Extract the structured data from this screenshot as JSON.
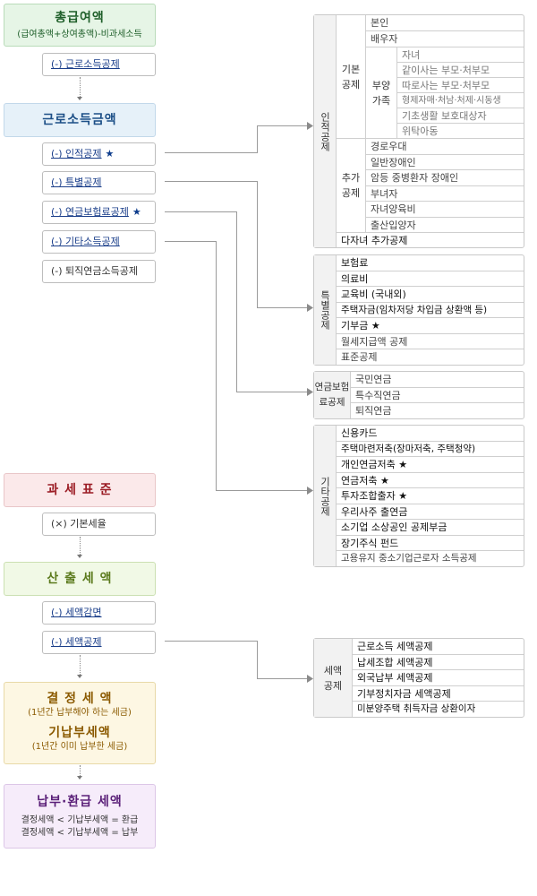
{
  "left": {
    "gross_pay": {
      "title": "총급여액",
      "subtitle": "(급여총액+상여총액)-비과세소득"
    },
    "earned_income_deduction": "(-) 근로소득공제",
    "earned_income_amount": {
      "title": "근로소득금액"
    },
    "personal_deduction": "(-) 인적공제",
    "special_deduction": "(-) 특별공제",
    "pension_insurance_deduction": "(-) 연금보험료공제",
    "other_income_deduction": "(-) 기타소득공제",
    "retirement_pension_deduction": "(-) 퇴직연금소득공제",
    "tax_base": {
      "title": "과 세 표 준"
    },
    "basic_tax_rate": "(×) 기본세율",
    "calculated_tax": {
      "title": "산 출 세 액"
    },
    "tax_reduction": "(-) 세액감면",
    "tax_credit": "(-) 세액공제",
    "determined_tax": {
      "title": "결 정 세 액",
      "subtitle": "(1년간 납부해야 하는 세금)"
    },
    "prepaid_tax": {
      "title": "기납부세액",
      "subtitle": "(1년간 이미 납부한 세금)"
    },
    "payment_refund": {
      "title": "납부·환급 세액",
      "line1": "결정세액 < 기납부세액 = 환급",
      "line2": "결정세액 < 기납부세액 = 납부"
    },
    "star": "★"
  },
  "right": {
    "personal": {
      "label": "인적공제",
      "basic": {
        "label": "기본공제",
        "self": "본인",
        "spouse": "배우자",
        "dependents": {
          "label": "부양가족",
          "items": [
            "자녀",
            "같이사는 부모·처부모",
            "따로사는 부모·처부모",
            "형제자매·처남·처제·시동생",
            "기초생활 보호대상자",
            "위탁아동"
          ]
        }
      },
      "additional": {
        "label": "추가공제",
        "items": [
          "경로우대",
          "일반장애인",
          "암등 중병환자 장애인",
          "부녀자",
          "자녀양육비",
          "출산입양자"
        ]
      },
      "multi_child": "다자녀 추가공제"
    },
    "special": {
      "label": "특별공제",
      "items": [
        "보험료",
        "의료비",
        "교육비 (국내외)",
        "주택자금(임차저당 차입금 상환액 등)",
        "기부금 ★",
        "월세지급액 공제",
        "표준공제"
      ]
    },
    "pension": {
      "label": "연금보험료공제",
      "items": [
        "국민연금",
        "특수직연금",
        "퇴직연금"
      ]
    },
    "other": {
      "label": "기타공제",
      "items": [
        "신용카드",
        "주택마련저축(장마저축, 주택청약)",
        "개인연금저축 ★",
        "연금저축 ★",
        "투자조합출자 ★",
        "우리사주 출연금",
        "소기업 소상공인 공제부금",
        "장기주식 펀드",
        "고용유지 중소기업근로자 소득공제"
      ]
    },
    "tax_credit": {
      "label": "세액공제",
      "items": [
        "근로소득 세액공제",
        "납세조합 세액공제",
        "외국납부 세액공제",
        "기부정치자금 세액공제",
        "미분양주택 취득자금 상환이자"
      ]
    }
  },
  "colors": {
    "gross_pay": "#1f5f2a",
    "earned_income_amount": "#1c4f87",
    "tax_base": "#9b1c24",
    "calculated_tax": "#5b7a1c",
    "determined_tax": "#8b5a00",
    "payment_refund": "#5a1f78",
    "link": "#1a3e8a"
  }
}
